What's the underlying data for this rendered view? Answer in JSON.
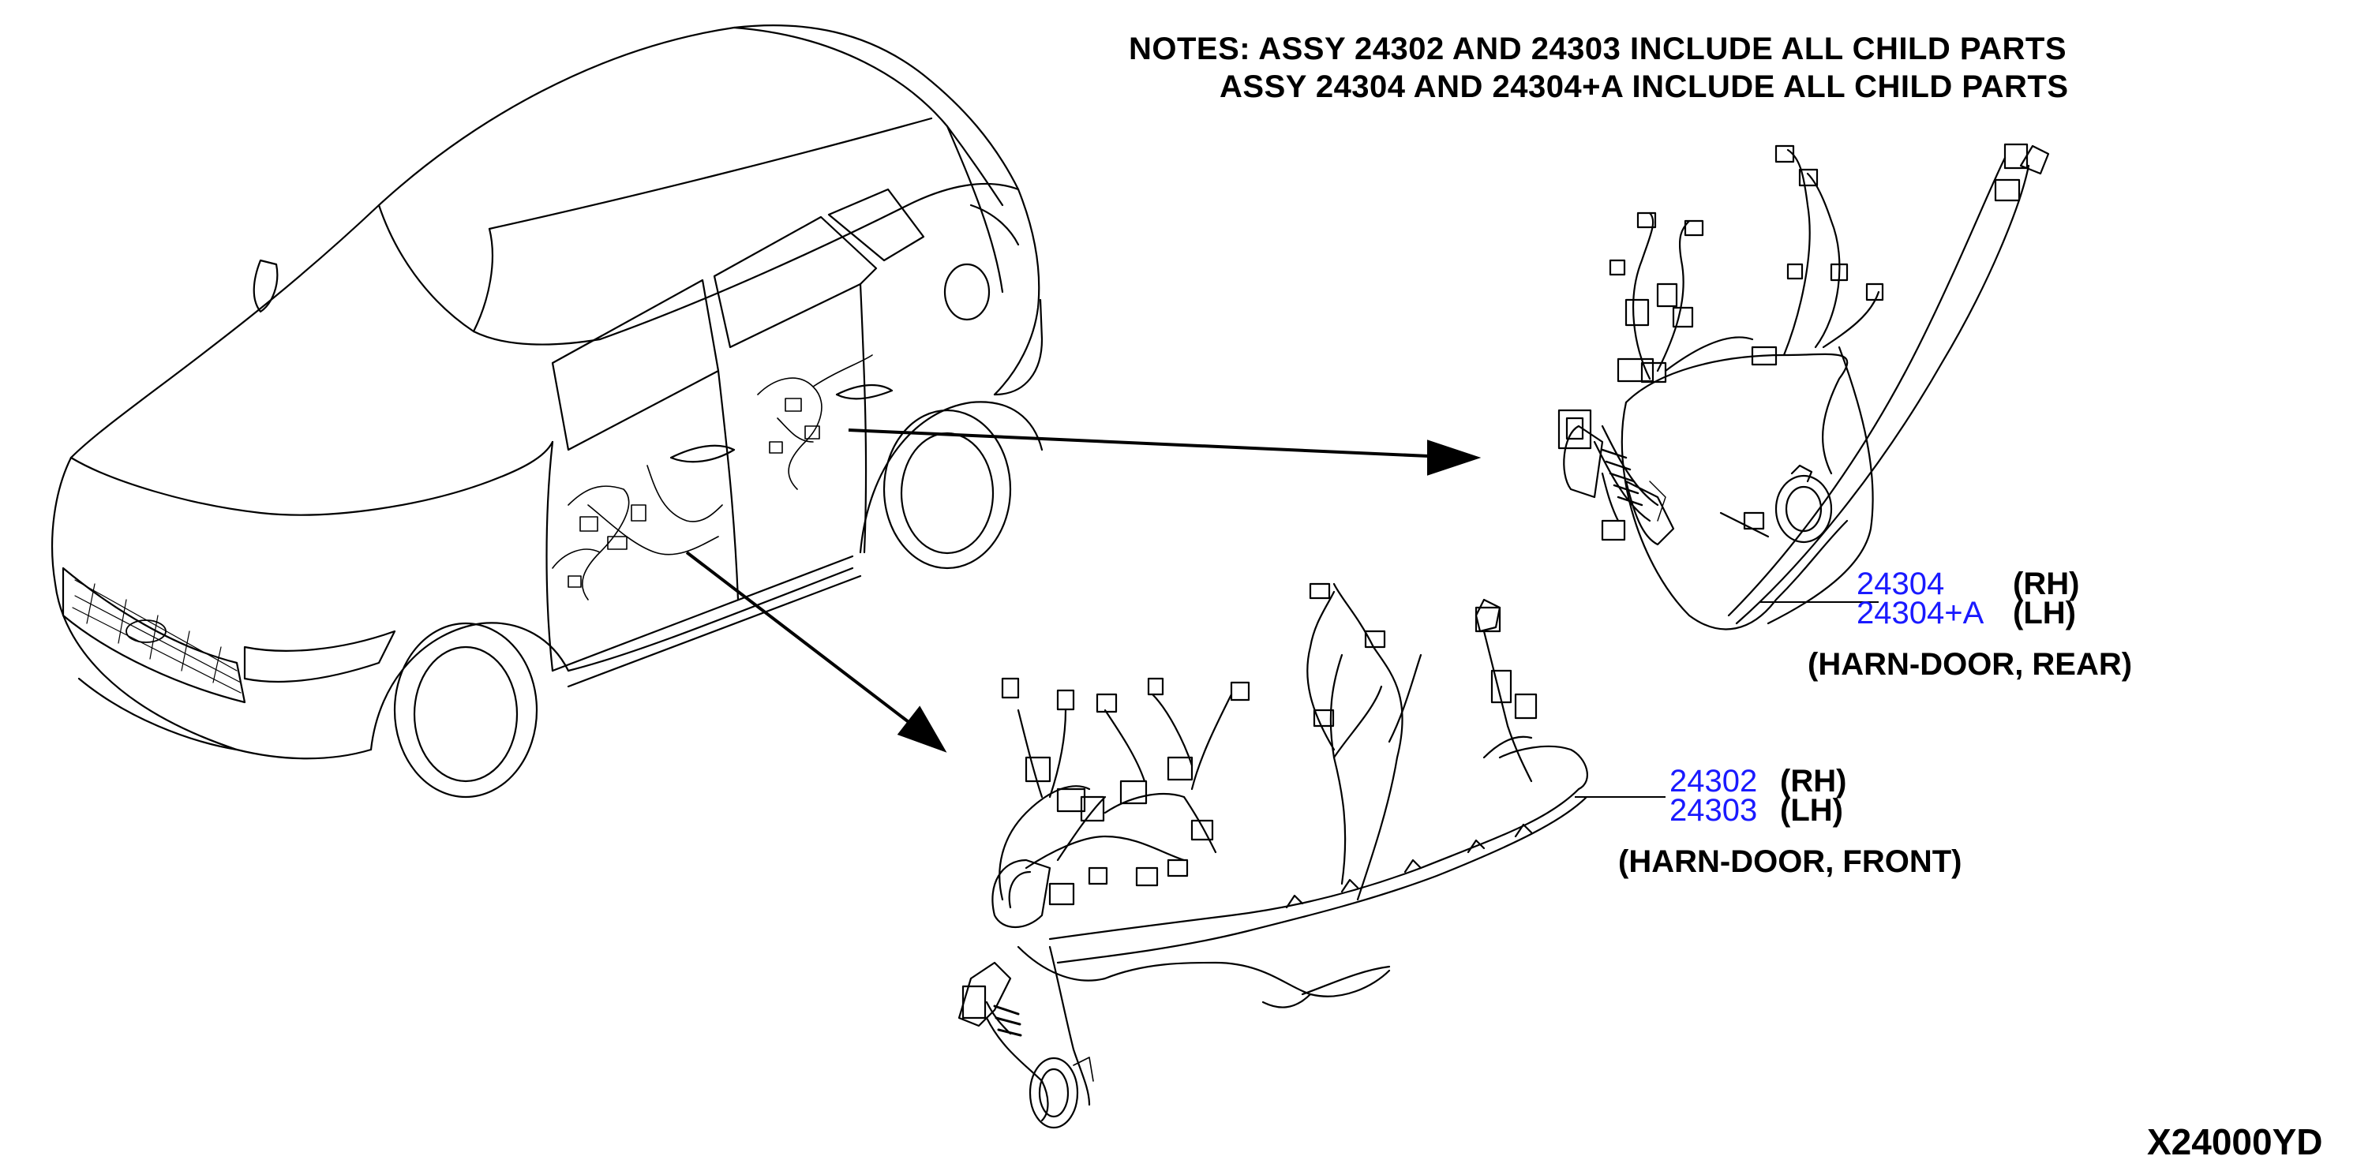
{
  "notes": {
    "line1": "NOTES: ASSY 24302 AND 24303 INCLUDE ALL CHILD PARTS",
    "line2": "ASSY 24304 AND 24304+A INCLUDE ALL CHILD PARTS"
  },
  "rear_harness": {
    "part_rh": "24304",
    "side_rh": "(RH)",
    "part_lh": "24304+A",
    "side_lh": "(LH)",
    "description": "(HARN-DOOR, REAR)"
  },
  "front_harness": {
    "part_rh": "24302",
    "side_rh": "(RH)",
    "part_lh": "24303",
    "side_lh": "(LH)",
    "description": "(HARN-DOOR, FRONT)"
  },
  "diagram_code": "X24000YD",
  "colors": {
    "part_number": "#1a1aff",
    "line": "#000000",
    "background": "#ffffff"
  }
}
